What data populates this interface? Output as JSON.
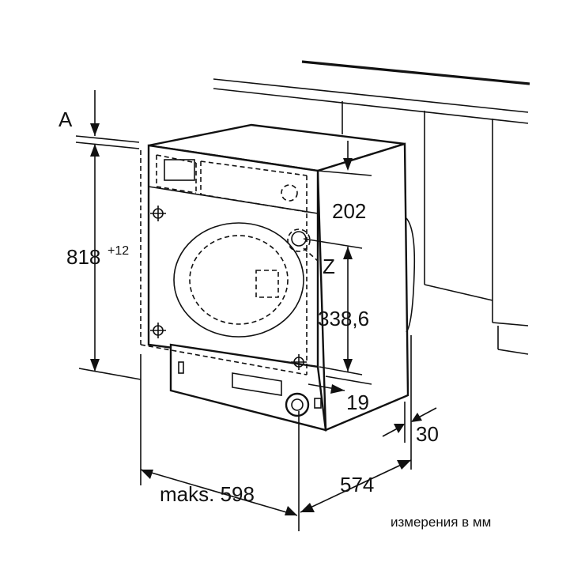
{
  "labels": {
    "a": "A",
    "height_main": "818",
    "height_tol": "+12",
    "top_offset": "202",
    "z": "Z",
    "z_height": "338,6",
    "base_offset": "19",
    "rear_gap": "30",
    "depth": "574",
    "width": "maks. 598",
    "units_note": "измерения в мм"
  }
}
